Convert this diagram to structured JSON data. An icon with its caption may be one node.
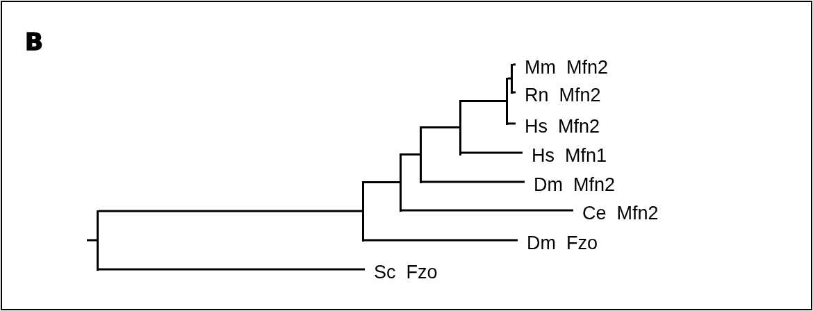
{
  "diagram": {
    "nodes": [
      {
        "text": [
          "Mm  Mfn2"
        ]
      },
      {
        "text": [
          "Rn  Mfn2"
        ]
      },
      {
        "text": [
          "Hs  Mfn2"
        ]
      },
      {
        "text": [
          "Hs  Mfn1"
        ]
      },
      {
        "text": [
          "Dm  Mfn2"
        ]
      },
      {
        "text": [
          "Ce  Mfn2"
        ]
      },
      {
        "text": [
          "Dm  Fzo"
        ]
      },
      {
        "text": [
          "Sc  Fzo"
        ]
      },
      {
        "text": [],
        "shape": "bar"
      },
      {
        "text": [],
        "shape": "bar"
      },
      {
        "text": [],
        "shape": "bar"
      },
      {
        "text": [],
        "shape": "bar"
      },
      {
        "text": [],
        "shape": "bar"
      },
      {
        "text": [],
        "shape": "bar"
      },
      {
        "text": [],
        "shape": "bar"
      }
    ],
    "edges": [
      {
        "from": null,
        "to": 8,
        "arrow": "none"
      },
      {
        "from": 8,
        "to": 9,
        "arrow": "none"
      },
      {
        "from": 8,
        "to": 7,
        "arrow": "none"
      },
      {
        "from": 9,
        "to": 10,
        "arrow": "none"
      },
      {
        "from": 9,
        "to": 6,
        "arrow": "none"
      },
      {
        "from": 10,
        "to": 11,
        "arrow": "none"
      },
      {
        "from": 10,
        "to": 5,
        "arrow": "none"
      },
      {
        "from": 11,
        "to": 12,
        "arrow": "none"
      },
      {
        "from": 11,
        "to": 4,
        "arrow": "none"
      },
      {
        "from": 12,
        "to": 13,
        "arrow": "none"
      },
      {
        "from": 12,
        "to": 3,
        "arrow": "none"
      },
      {
        "from": 13,
        "to": 14,
        "arrow": "none"
      },
      {
        "from": 13,
        "to": 2,
        "arrow": "none"
      },
      {
        "from": 14,
        "to": 0,
        "arrow": "none"
      },
      {
        "from": 14,
        "to": 1,
        "arrow": "none"
      }
    ],
    "labels": [
      "B"
    ]
  }
}
